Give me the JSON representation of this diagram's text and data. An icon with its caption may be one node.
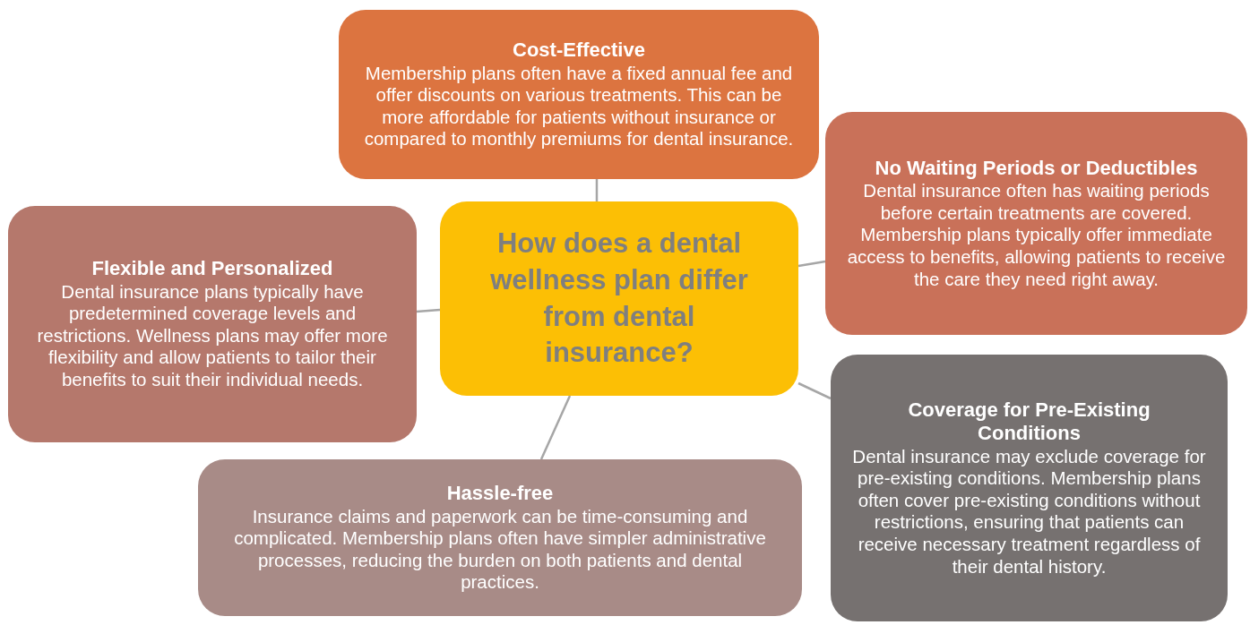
{
  "diagram": {
    "nodes": [
      {
        "text": [
          "How does a dental wellness plan differ from dental insurance?"
        ]
      },
      {
        "text": [
          "Cost-Effective",
          "Membership plans often have a fixed annual fee and offer discounts on various treatments. This can be more affordable for patients without insurance or compared to monthly premiums for dental insurance."
        ]
      },
      {
        "text": [
          "No Waiting Periods or Deductibles",
          "Dental insurance often has waiting periods before certain treatments are covered. Membership plans typically offer immediate access to benefits, allowing patients to receive the care they need right away."
        ]
      },
      {
        "text": [
          "Flexible and Personalized",
          "Dental insurance plans typically have predetermined coverage levels and restrictions. Wellness plans may offer more flexibility and allow patients to tailor their benefits to suit their individual needs."
        ]
      },
      {
        "text": [
          "Coverage for Pre-Existing Conditions",
          "Dental insurance may exclude coverage for pre-existing conditions. Membership plans often cover pre-existing conditions without restrictions, ensuring that patients can receive necessary treatment regardless of their dental history."
        ]
      },
      {
        "text": [
          "Hassle-free",
          "Insurance claims and paperwork can be time-consuming and complicated. Membership plans often have simpler administrative processes, reducing the burden on both patients and dental practices."
        ]
      }
    ],
    "edges": [
      {
        "from": 0,
        "to": 1,
        "arrow": "none"
      },
      {
        "from": 0,
        "to": 2,
        "arrow": "none"
      },
      {
        "from": 0,
        "to": 3,
        "arrow": "none"
      },
      {
        "from": 0,
        "to": 4,
        "arrow": "none"
      },
      {
        "from": 0,
        "to": 5,
        "arrow": "none"
      }
    ]
  }
}
